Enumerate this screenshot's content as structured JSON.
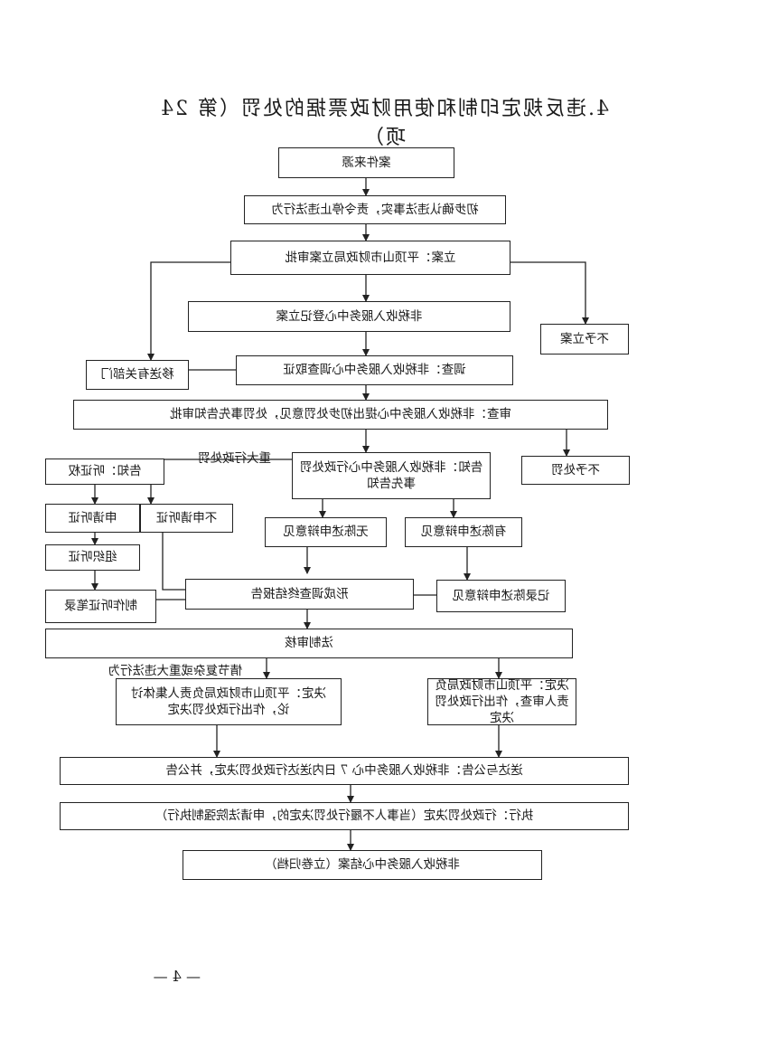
{
  "title": "4.违反规定印制和使用财政票据的处罚（第 24 项）",
  "page_number": "— 4 —",
  "nodes": {
    "source": "案件来源",
    "confirm": "初步确认违法事实，责令停止违法行为",
    "filing": "立案：平顶山市财政局立案审批",
    "register": "非税收入服务中心登记立案",
    "no_filing": "不予立案",
    "investigate": "调查：非税收入服务中心调查取证",
    "transfer": "移送有关部门",
    "review": "审查：非税收入服务中心提出初步处罚意见，处罚事先告知审批",
    "notify": "告知：非税收入服务中心行政处罚事先告知",
    "no_penalty": "不予处罚",
    "hearing_right": "告知：听证权",
    "apply_hearing": "申请听证",
    "no_hearing": "不申请听证",
    "organize_hearing": "组织听证",
    "hearing_record": "制作听证笔录",
    "defense": "有陈述申辩意见",
    "no_defense": "无陈述申辩意见",
    "record_defense": "记录陈述申辩意见",
    "report": "形成调查终结报告",
    "legal_review": "法制审核",
    "decision_group": "决定：平顶山市财政局负责人集体讨论，作出行政处罚决定",
    "decision_head": "决定：平顶山市财政局负责人审查，作出行政处罚决定",
    "delivery": "送达与公告：非税收入服务中心 7 日内送达行政处罚决定，并公告",
    "execute": "执行：行政处罚决定（当事人不履行处罚决定的，申请法院强制执行）",
    "close": "非税收入服务中心结案（立卷归档）"
  },
  "labels": {
    "major_penalty": "重大行政处罚",
    "complex_case": "情节复杂或重大违法行为"
  }
}
